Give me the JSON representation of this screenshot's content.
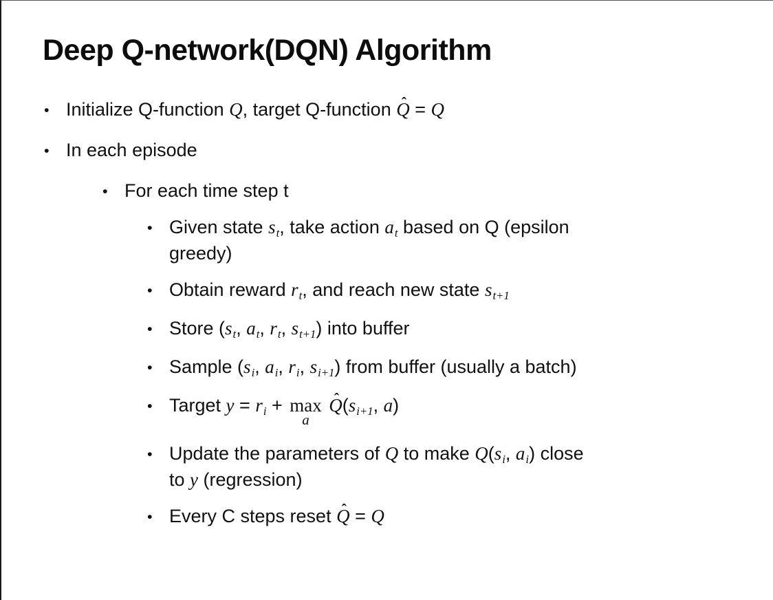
{
  "slide": {
    "title": "Deep Q-network(DQN) Algorithm",
    "glyphs": {
      "bullet": "•",
      "hat": "ˆ"
    },
    "bullets": [
      {
        "level": 1,
        "parts": [
          {
            "t": "Initialize Q-function "
          },
          {
            "t": "Q",
            "s": "m"
          },
          {
            "t": ", target Q-function "
          },
          {
            "t": "Q",
            "s": "mhat"
          },
          {
            "t": " = "
          },
          {
            "t": "Q",
            "s": "m"
          }
        ]
      },
      {
        "level": 1,
        "parts": [
          {
            "t": "In each episode"
          }
        ]
      },
      {
        "level": 2,
        "parts": [
          {
            "t": "For each time step t"
          }
        ]
      },
      {
        "level": 3,
        "parts": [
          {
            "t": "Given state "
          },
          {
            "t": "s",
            "s": "m"
          },
          {
            "t": "t",
            "s": "msub"
          },
          {
            "t": ", take action "
          },
          {
            "t": "a",
            "s": "m"
          },
          {
            "t": "t",
            "s": "msub"
          },
          {
            "t": " based on Q (epsilon"
          },
          {
            "s": "br"
          },
          {
            "t": "greedy)"
          }
        ]
      },
      {
        "level": 3,
        "parts": [
          {
            "t": "Obtain reward "
          },
          {
            "t": "r",
            "s": "m"
          },
          {
            "t": "t",
            "s": "msub"
          },
          {
            "t": ", and reach new state "
          },
          {
            "t": "s",
            "s": "m"
          },
          {
            "t": "t+1",
            "s": "msub"
          }
        ]
      },
      {
        "level": 3,
        "parts": [
          {
            "t": "Store ("
          },
          {
            "t": "s",
            "s": "m"
          },
          {
            "t": "t",
            "s": "msub"
          },
          {
            "t": ", "
          },
          {
            "t": "a",
            "s": "m"
          },
          {
            "t": "t",
            "s": "msub"
          },
          {
            "t": ", "
          },
          {
            "t": "r",
            "s": "m"
          },
          {
            "t": "t",
            "s": "msub"
          },
          {
            "t": ", "
          },
          {
            "t": "s",
            "s": "m"
          },
          {
            "t": "t+1",
            "s": "msub"
          },
          {
            "t": ") into buffer"
          }
        ]
      },
      {
        "level": 3,
        "parts": [
          {
            "t": "Sample ("
          },
          {
            "t": "s",
            "s": "m"
          },
          {
            "t": "i",
            "s": "msub"
          },
          {
            "t": ", "
          },
          {
            "t": "a",
            "s": "m"
          },
          {
            "t": "i",
            "s": "msub"
          },
          {
            "t": ", "
          },
          {
            "t": "r",
            "s": "m"
          },
          {
            "t": "i",
            "s": "msub"
          },
          {
            "t": ", "
          },
          {
            "t": "s",
            "s": "m"
          },
          {
            "t": "i+1",
            "s": "msub"
          },
          {
            "t": ") from buffer (usually a batch)"
          }
        ]
      },
      {
        "level": 3,
        "parts": [
          {
            "t": "Target "
          },
          {
            "t": "y",
            "s": "m"
          },
          {
            "t": " = "
          },
          {
            "t": "r",
            "s": "m"
          },
          {
            "t": "i",
            "s": "msub"
          },
          {
            "t": " + "
          },
          {
            "t": "max",
            "s": "maxa",
            "under": "a"
          },
          {
            "t": " "
          },
          {
            "t": "Q",
            "s": "mhat"
          },
          {
            "t": "("
          },
          {
            "t": "s",
            "s": "m"
          },
          {
            "t": "i+1",
            "s": "msub"
          },
          {
            "t": ", "
          },
          {
            "t": "a",
            "s": "m"
          },
          {
            "t": ")"
          }
        ]
      },
      {
        "level": 3,
        "parts": [
          {
            "t": "Update the parameters of "
          },
          {
            "t": "Q",
            "s": "m"
          },
          {
            "t": " to make "
          },
          {
            "t": "Q",
            "s": "m"
          },
          {
            "t": "("
          },
          {
            "t": "s",
            "s": "m"
          },
          {
            "t": "i",
            "s": "msub"
          },
          {
            "t": ", "
          },
          {
            "t": "a",
            "s": "m"
          },
          {
            "t": "i",
            "s": "msub"
          },
          {
            "t": ") close"
          },
          {
            "s": "br"
          },
          {
            "t": "to "
          },
          {
            "t": "y",
            "s": "m"
          },
          {
            "t": " (regression)"
          }
        ]
      },
      {
        "level": 3,
        "parts": [
          {
            "t": "Every C steps reset "
          },
          {
            "t": "Q",
            "s": "mhat"
          },
          {
            "t": " = "
          },
          {
            "t": "Q",
            "s": "m"
          }
        ]
      }
    ]
  },
  "colors": {
    "background": "#ffffff",
    "text": "#111111",
    "border_left": "#1a1a1a",
    "border_top": "#555555"
  }
}
